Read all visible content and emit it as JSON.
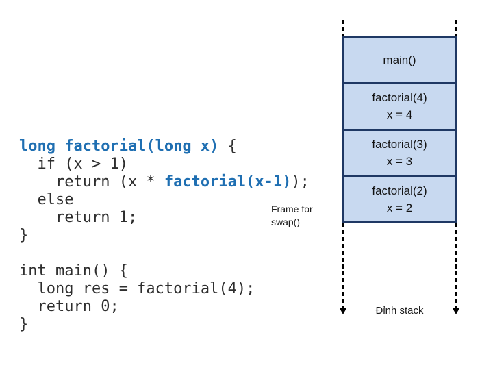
{
  "colors": {
    "background": "#ffffff",
    "code_accent_blue": "#1f6fb2",
    "code_text": "#2e2e2e",
    "stack_frame_fill": "#c8d9f0",
    "stack_frame_border": "#1f3864",
    "dashed_line": "#000000"
  },
  "code": {
    "factorial_function": {
      "line1_keyword": "long factorial(long x)",
      "line1_rest": " {",
      "line2": "  if (x > 1)",
      "line3_pre": "    return (x * ",
      "line3_keyword": "factorial(x-1)",
      "line3_post": ");",
      "line4": "  else",
      "line5": "    return 1;",
      "line6": "}"
    },
    "main_function": {
      "line1": "int main() {",
      "line2": "  long res = factorial(4);",
      "line3": "  return 0;",
      "line4": "}"
    }
  },
  "annotation": {
    "line1": "Frame for",
    "line2": "swap()"
  },
  "stack_diagram": {
    "frames": [
      {
        "title": "main()"
      },
      {
        "title": "factorial(4)",
        "detail": "x = 4"
      },
      {
        "title": "factorial(3)",
        "detail": "x = 3"
      },
      {
        "title": "factorial(2)",
        "detail": "x = 2"
      }
    ],
    "bottom_label": "Đỉnh stack"
  }
}
